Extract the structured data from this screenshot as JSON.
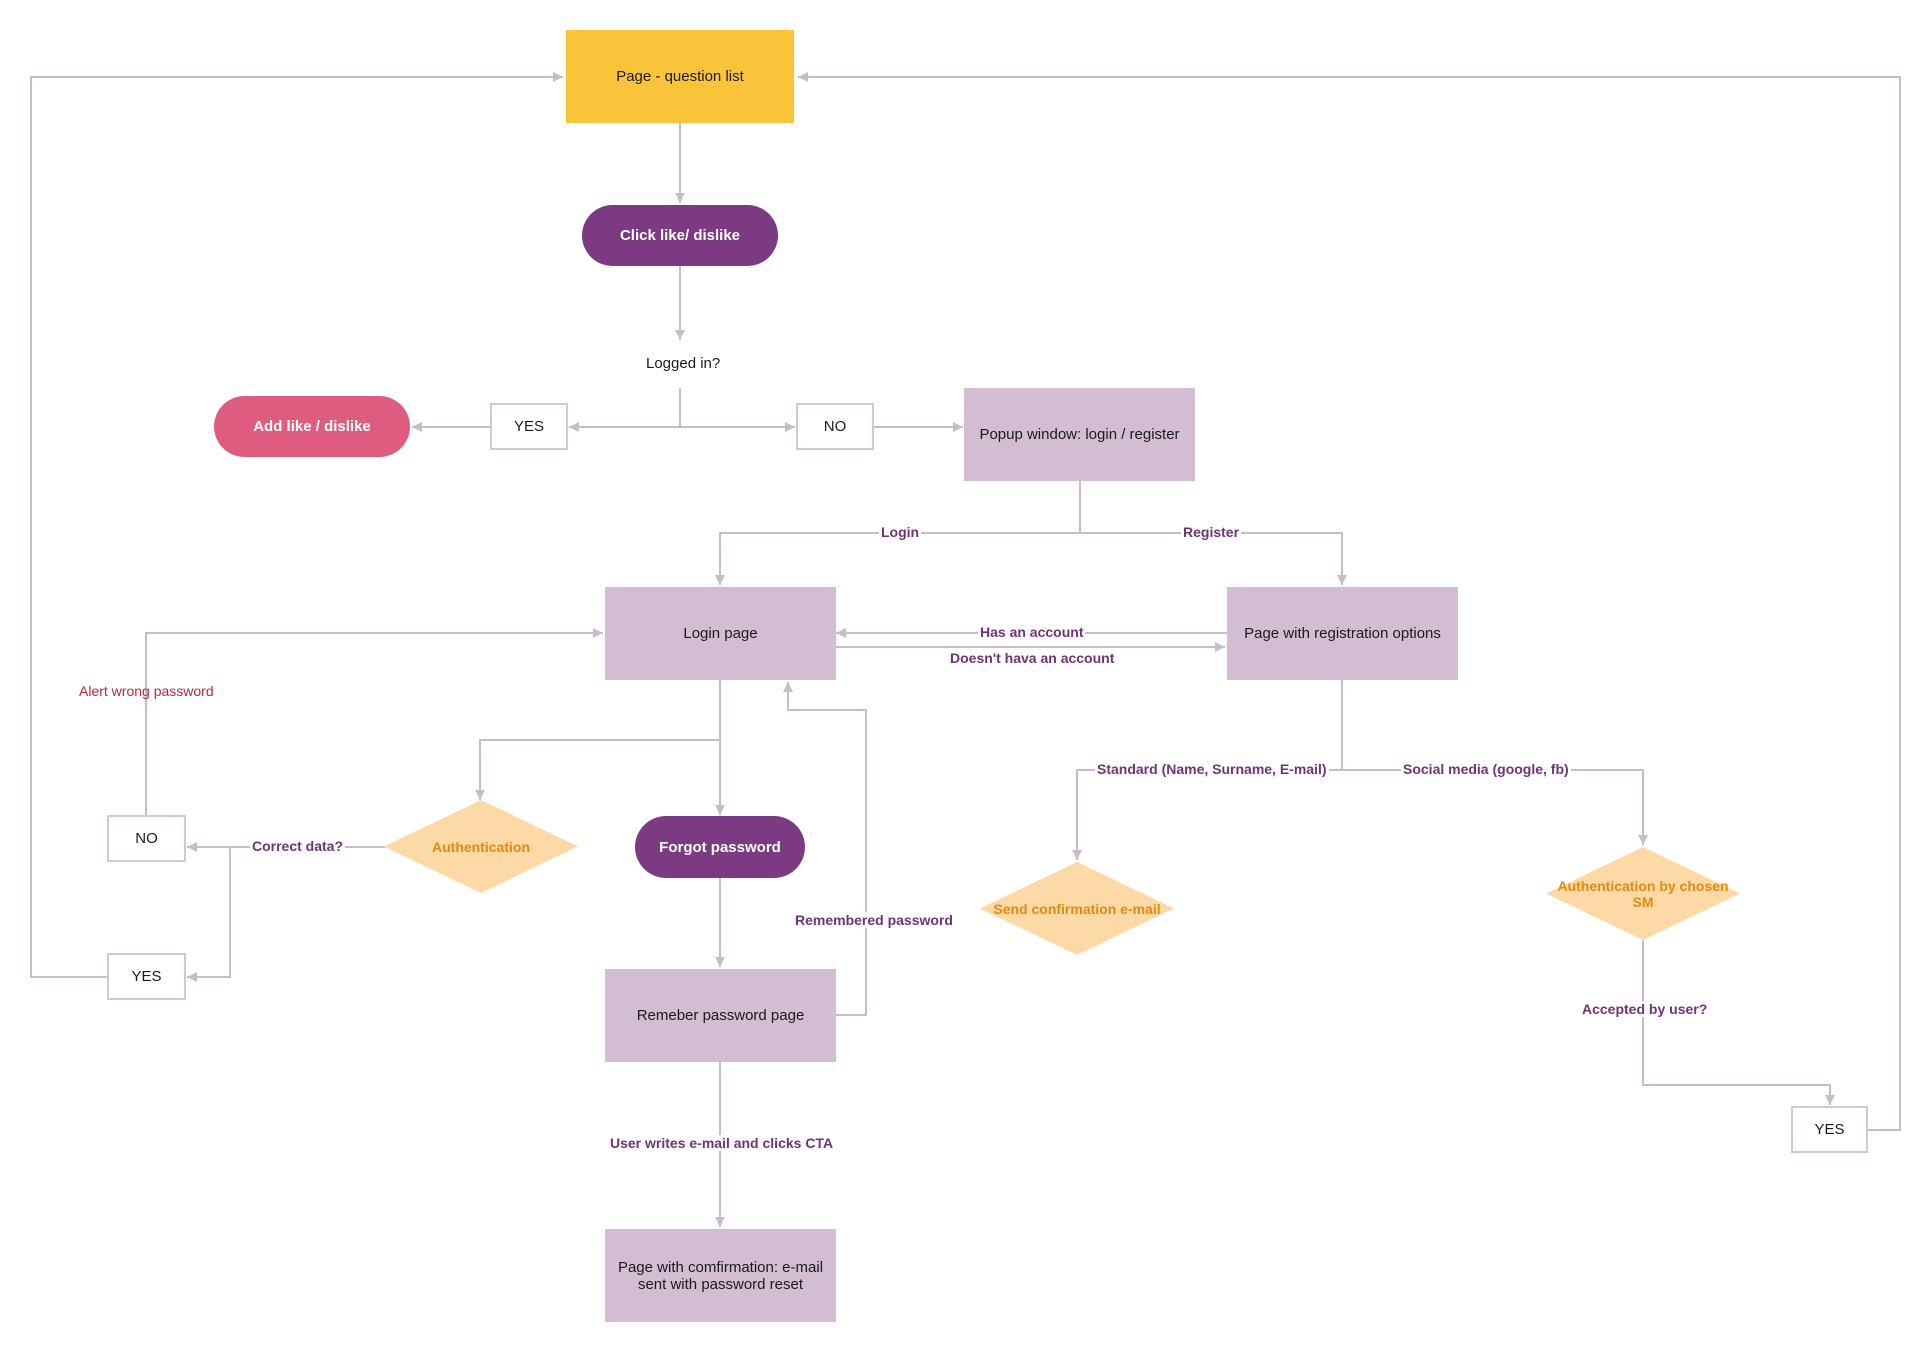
{
  "colors": {
    "connector": "#c7bcc9",
    "yellow_node": "#f9c33a",
    "lilac_node": "#d2bdd2",
    "purple_pill": "#7b3a82",
    "pink_pill": "#de5c7f",
    "diamond_fill": "#fdd9a6",
    "diamond_text": "#e18a12",
    "edge_label_text": "#6f3476",
    "alert_text": "#b1283f"
  },
  "nodes": {
    "question_list": "Page - question list",
    "click_like": "Click like/ dislike",
    "logged_in": "Logged in?",
    "yes_logged": "YES",
    "no_logged": "NO",
    "add_like": "Add like / dislike",
    "popup": "Popup window: login / register",
    "login_page": "Login page",
    "registration_options": "Page with registration options",
    "authentication": "Authentication",
    "no_correct": "NO",
    "yes_correct": "YES",
    "forgot_password": "Forgot password",
    "remember_page": "Remeber password page",
    "confirmation_page": "Page with comfirmation: e-mail sent with password reset",
    "send_confirmation": "Send confirmation e-mail",
    "auth_sm": "Authentication by chosen SM",
    "yes_sm": "YES"
  },
  "edge_labels": {
    "login": "Login",
    "register": "Register",
    "has_account": "Has an account",
    "no_account": "Doesn't hava an account",
    "alert_wrong_password": "Alert wrong password",
    "correct_data": "Correct data?",
    "remembered_password": "Remembered password",
    "user_writes_email": "User writes e-mail and clicks CTA",
    "standard": "Standard (Name, Surname, E-mail)",
    "social_media": "Social media (google, fb)",
    "accepted_by_user": "Accepted by user?"
  }
}
